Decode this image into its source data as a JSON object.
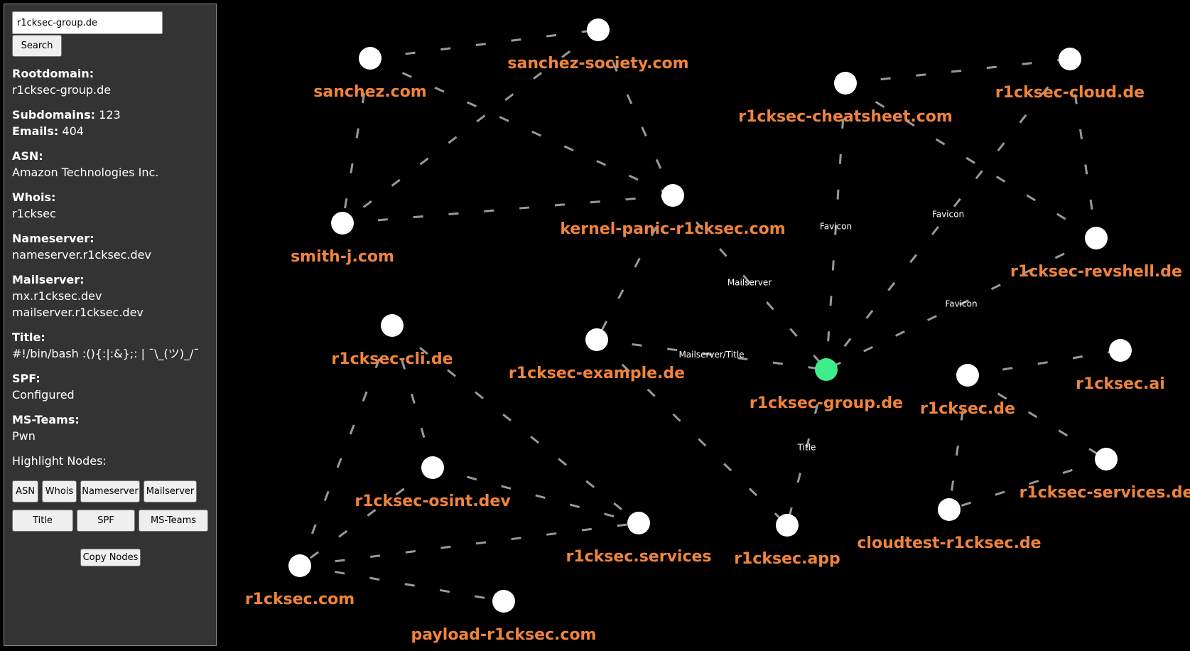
{
  "search": {
    "value": "r1cksec-group.de",
    "button_label": "Search"
  },
  "info": {
    "rootdomain_label": "Rootdomain:",
    "rootdomain_value": "r1cksec-group.de",
    "subdomains_label": "Subdomains:",
    "subdomains_value": "123",
    "emails_label": "Emails:",
    "emails_value": "404",
    "asn_label": "ASN:",
    "asn_value": "Amazon Technologies Inc.",
    "whois_label": "Whois:",
    "whois_value": "r1cksec",
    "nameserver_label": "Nameserver:",
    "nameserver_value": "nameserver.r1cksec.dev",
    "mailserver_label": "Mailserver:",
    "mailserver_values": [
      "mx.r1cksec.dev",
      "mailserver.r1cksec.dev"
    ],
    "title_label": "Title:",
    "title_value": "#!/bin/bash :(){:|:&};: | ¯\\_(ツ)_/¯",
    "spf_label": "SPF:",
    "spf_value": "Configured",
    "msteams_label": "MS-Teams:",
    "msteams_value": "Pwn"
  },
  "highlight": {
    "label": "Highlight Nodes:",
    "buttons": [
      "ASN",
      "Whois",
      "Nameserver",
      "Mailserver",
      "Title",
      "SPF",
      "MS-Teams"
    ]
  },
  "copy_button_label": "Copy Nodes",
  "colors": {
    "node": "#ffffff",
    "root_node": "#3ded8a",
    "label": "#f0843c",
    "edge": "#999999",
    "panel_bg": "#333333",
    "background": "#000000"
  },
  "graph": {
    "nodes": [
      {
        "id": "sanchez.com",
        "label": "sanchez.com"
      },
      {
        "id": "sanchez-society.com",
        "label": "sanchez-society.com"
      },
      {
        "id": "smith-j.com",
        "label": "smith-j.com"
      },
      {
        "id": "kernel-panic-r1cksec.com",
        "label": "kernel-panic-r1cksec.com"
      },
      {
        "id": "r1cksec-cheatsheet.com",
        "label": "r1cksec-cheatsheet.com"
      },
      {
        "id": "r1cksec-cloud.de",
        "label": "r1cksec-cloud.de"
      },
      {
        "id": "r1cksec-revshell.de",
        "label": "r1cksec-revshell.de"
      },
      {
        "id": "r1cksec-cli.de",
        "label": "r1cksec-cli.de"
      },
      {
        "id": "r1cksec-example.de",
        "label": "r1cksec-example.de"
      },
      {
        "id": "r1cksec-group.de",
        "label": "r1cksec-group.de",
        "root": true
      },
      {
        "id": "r1cksec.de",
        "label": "r1cksec.de"
      },
      {
        "id": "r1cksec.ai",
        "label": "r1cksec.ai"
      },
      {
        "id": "r1cksec-osint.dev",
        "label": "r1cksec-osint.dev"
      },
      {
        "id": "r1cksec.services",
        "label": "r1cksec.services"
      },
      {
        "id": "r1cksec.app",
        "label": "r1cksec.app"
      },
      {
        "id": "cloudtest-r1cksec.de",
        "label": "cloudtest-r1cksec.de"
      },
      {
        "id": "r1cksec-services.de",
        "label": "r1cksec-services.de"
      },
      {
        "id": "r1cksec.com",
        "label": "r1cksec.com"
      },
      {
        "id": "payload-r1cksec.com",
        "label": "payload-r1cksec.com"
      }
    ],
    "edges": [
      {
        "source": "sanchez.com",
        "target": "sanchez-society.com"
      },
      {
        "source": "sanchez.com",
        "target": "smith-j.com"
      },
      {
        "source": "sanchez.com",
        "target": "kernel-panic-r1cksec.com"
      },
      {
        "source": "sanchez-society.com",
        "target": "smith-j.com"
      },
      {
        "source": "sanchez-society.com",
        "target": "kernel-panic-r1cksec.com"
      },
      {
        "source": "smith-j.com",
        "target": "kernel-panic-r1cksec.com"
      },
      {
        "source": "kernel-panic-r1cksec.com",
        "target": "r1cksec-group.de",
        "label": "Mailserver"
      },
      {
        "source": "kernel-panic-r1cksec.com",
        "target": "r1cksec-example.de"
      },
      {
        "source": "r1cksec-cheatsheet.com",
        "target": "r1cksec-cloud.de"
      },
      {
        "source": "r1cksec-cheatsheet.com",
        "target": "r1cksec-revshell.de"
      },
      {
        "source": "r1cksec-cheatsheet.com",
        "target": "r1cksec-group.de",
        "label": "Favicon"
      },
      {
        "source": "r1cksec-cloud.de",
        "target": "r1cksec-revshell.de"
      },
      {
        "source": "r1cksec-cloud.de",
        "target": "r1cksec-group.de",
        "label": "Favicon"
      },
      {
        "source": "r1cksec-revshell.de",
        "target": "r1cksec-group.de",
        "label": "Favicon"
      },
      {
        "source": "r1cksec-example.de",
        "target": "r1cksec-group.de",
        "label": "Mailserver/Title"
      },
      {
        "source": "r1cksec-group.de",
        "target": "r1cksec.app",
        "label": "Title"
      },
      {
        "source": "r1cksec.de",
        "target": "r1cksec.ai"
      },
      {
        "source": "r1cksec.de",
        "target": "r1cksec-services.de"
      },
      {
        "source": "r1cksec.de",
        "target": "cloudtest-r1cksec.de"
      },
      {
        "source": "r1cksec-services.de",
        "target": "cloudtest-r1cksec.de"
      },
      {
        "source": "r1cksec-cli.de",
        "target": "r1cksec.com"
      },
      {
        "source": "r1cksec-cli.de",
        "target": "r1cksec-osint.dev"
      },
      {
        "source": "r1cksec-cli.de",
        "target": "r1cksec.services"
      },
      {
        "source": "r1cksec-osint.dev",
        "target": "r1cksec.com"
      },
      {
        "source": "r1cksec.com",
        "target": "r1cksec.services"
      },
      {
        "source": "r1cksec.com",
        "target": "payload-r1cksec.com"
      },
      {
        "source": "r1cksec-osint.dev",
        "target": "r1cksec.services"
      },
      {
        "source": "r1cksec-example.de",
        "target": "r1cksec.app"
      }
    ]
  }
}
